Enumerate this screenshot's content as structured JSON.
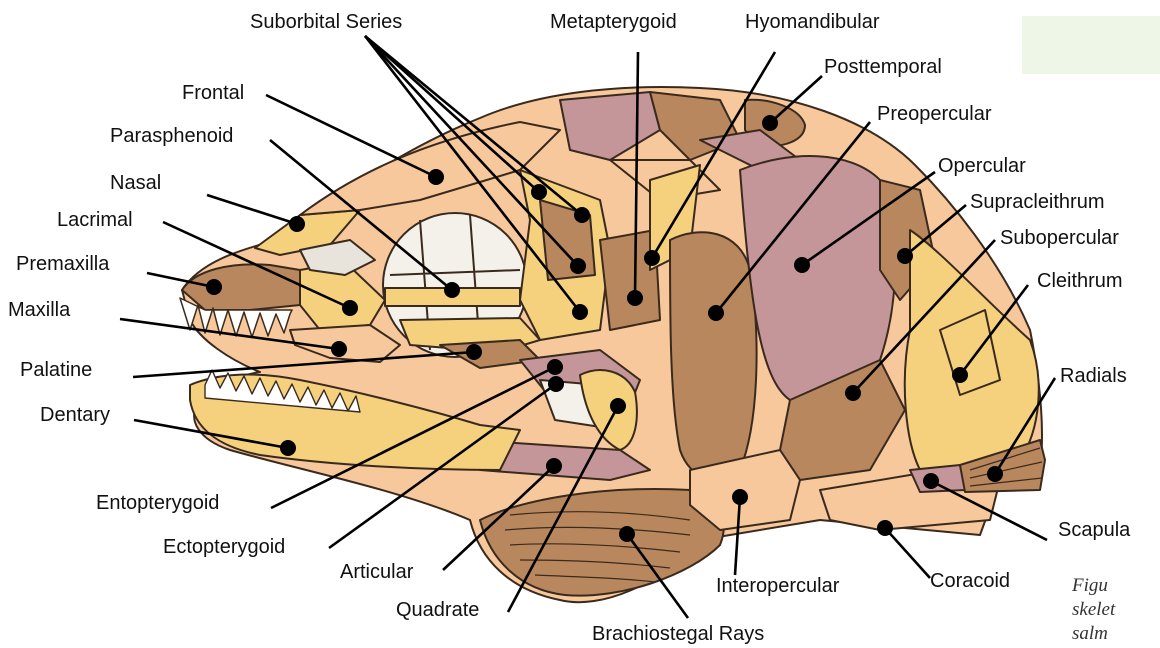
{
  "figure": {
    "labels": {
      "suborbital_series": "Suborbital Series",
      "metapterygoid": "Metapterygoid",
      "hyomandibular": "Hyomandibular",
      "posttemporal": "Posttemporal",
      "frontal": "Frontal",
      "preopercular": "Preopercular",
      "parasphenoid": "Parasphenoid",
      "opercular": "Opercular",
      "nasal": "Nasal",
      "supracleithrum": "Supracleithrum",
      "lacrimal": "Lacrimal",
      "subopercular": "Subopercular",
      "premaxilla": "Premaxilla",
      "cleithrum": "Cleithrum",
      "maxilla": "Maxilla",
      "palatine": "Palatine",
      "radials": "Radials",
      "dentary": "Dentary",
      "entopterygoid": "Entopterygoid",
      "scapula": "Scapula",
      "ectopterygoid": "Ectopterygoid",
      "coracoid": "Coracoid",
      "articular": "Articular",
      "interopercular": "Interopercular",
      "quadrate": "Quadrate",
      "brachiostegal_rays": "Brachiostegal Rays"
    },
    "caption_fragments": [
      "Figu",
      "skelet",
      "salm"
    ],
    "colors": {
      "bone_yellow": "#f5d17e",
      "bone_peach": "#f6c89c",
      "bone_brown": "#b8875e",
      "bone_mauve": "#c4969a",
      "outline": "#3a2a1e",
      "leader": "#000000",
      "caption_badge": "#eef6e8"
    }
  }
}
